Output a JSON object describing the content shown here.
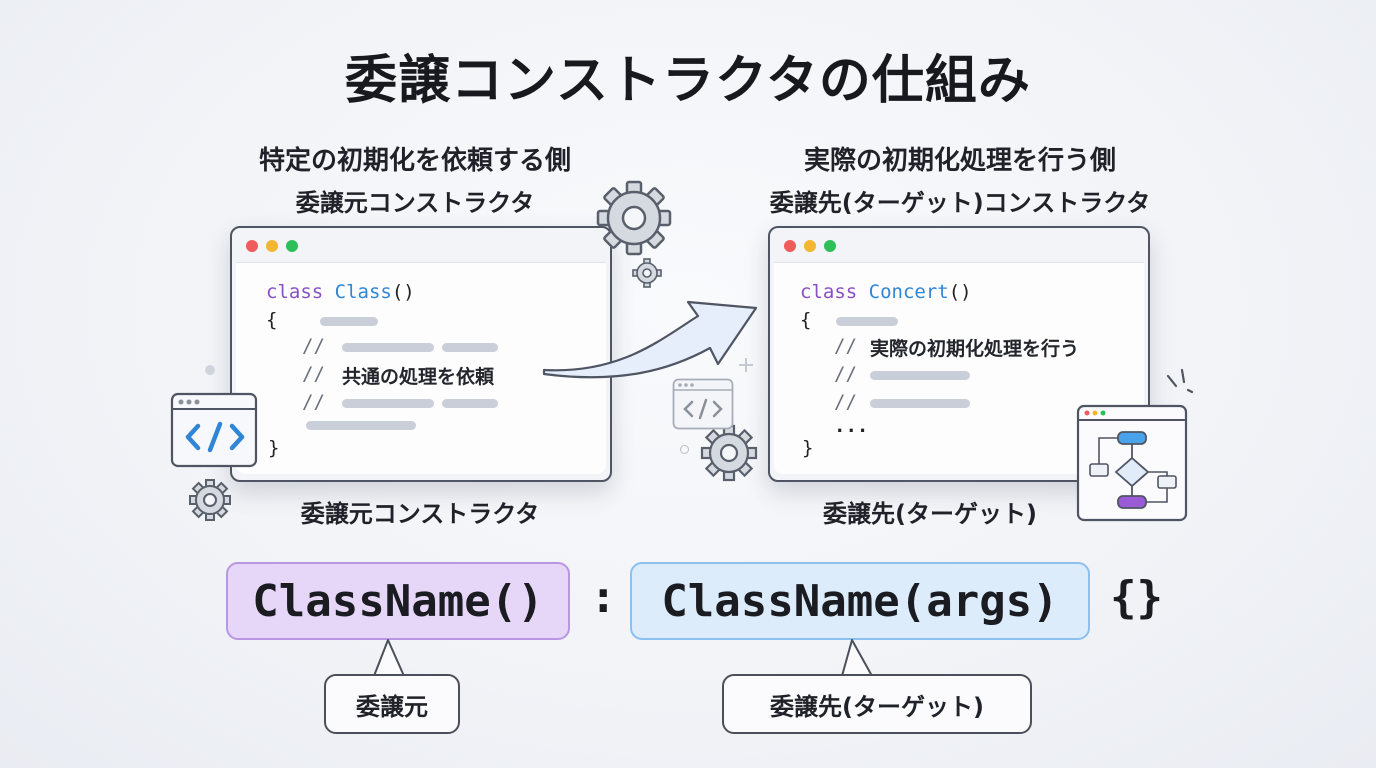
{
  "title": "委譲コンストラクタの仕組み",
  "left": {
    "role_caption": "特定の初期化を依頼する側",
    "name_caption": "委譲元コンストラクタ",
    "bottom_caption": "委譲元コンストラクタ",
    "code": {
      "keyword": "class",
      "class_name": "Class",
      "parens": "()",
      "open_brace": "{",
      "comment_marker": "//",
      "comment_text": "共通の処理を依頼",
      "close_brace": "}"
    }
  },
  "right": {
    "role_caption": "実際の初期化処理を行う側",
    "name_caption": "委譲先(ターゲット)コンストラクタ",
    "bottom_caption": "委譲先(ターゲット)",
    "code": {
      "keyword": "class",
      "class_name": "Concert",
      "parens": "()",
      "open_brace": "{",
      "comment_marker": "//",
      "comment_text": "実際の初期化処理を行う",
      "ellipsis": "...",
      "close_brace": "}"
    }
  },
  "syntax": {
    "delegator": "ClassName()",
    "separator": ":",
    "target": "ClassName(args)",
    "body": "{}",
    "delegator_label": "委譲元",
    "target_label": "委譲先(ターゲット)"
  },
  "colors": {
    "keyword": "#8a4fc7",
    "class_name": "#2f86d6",
    "delegator_box": "#e6d6f8",
    "target_box": "#dcecfb",
    "arrow_fill": "#e6eefb"
  },
  "icons": [
    "gear-icon",
    "code-window-icon",
    "flowchart-window-icon",
    "arrow-icon"
  ]
}
